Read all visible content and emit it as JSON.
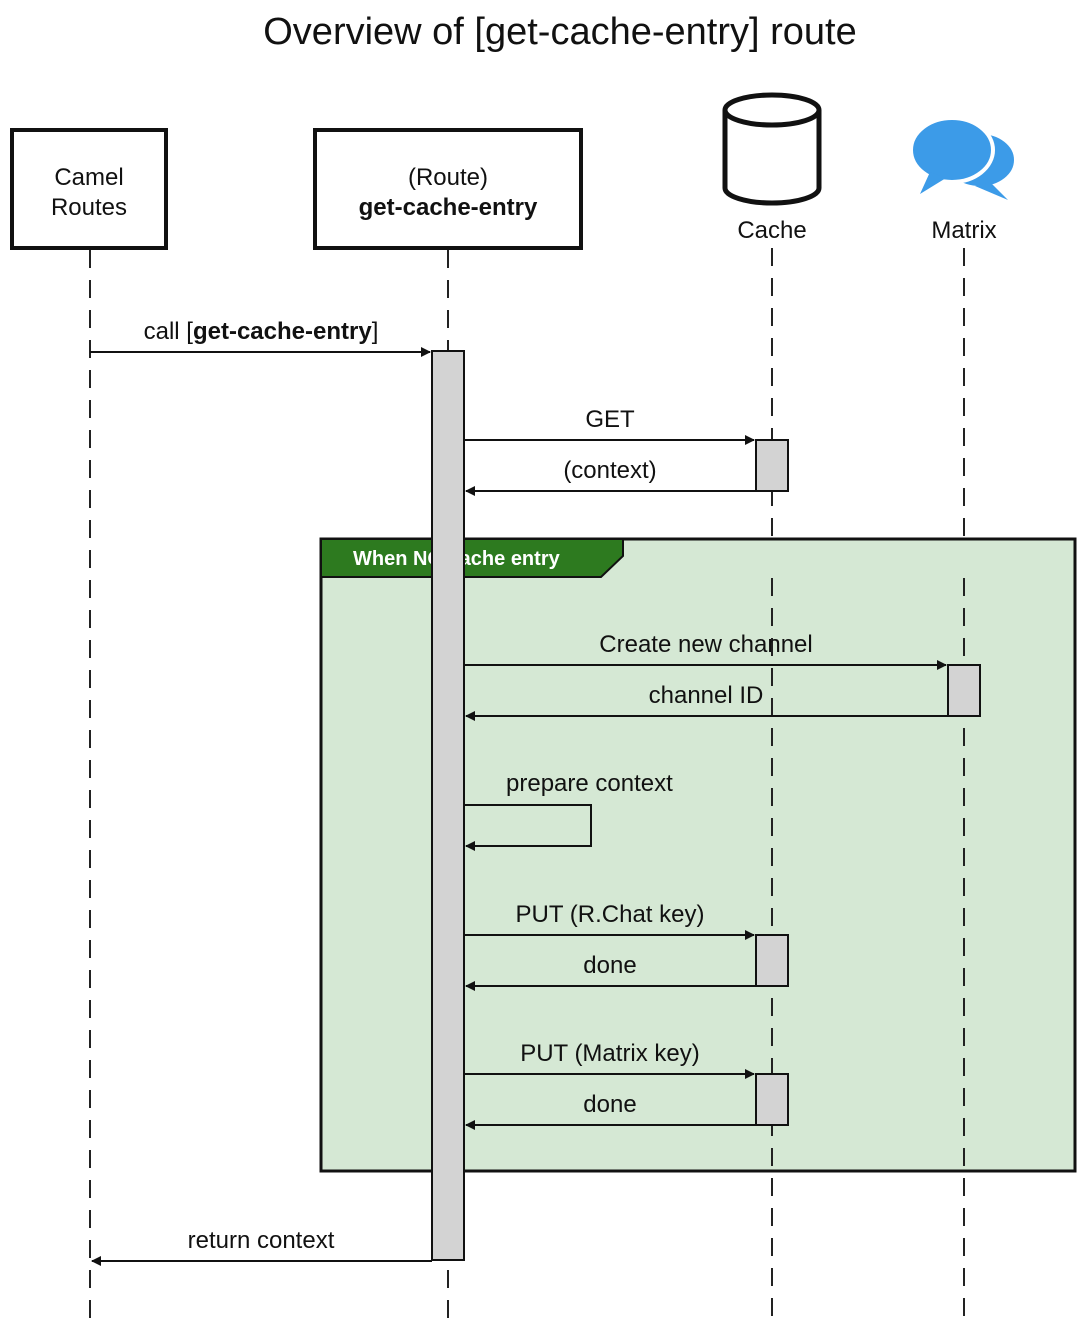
{
  "title": "Overview of [get-cache-entry] route",
  "participants": {
    "camel_routes": {
      "line1": "Camel",
      "line2": "Routes"
    },
    "route": {
      "line1": "(Route)",
      "line2": "get-cache-entry"
    },
    "cache": {
      "label": "Cache",
      "icon": "database-cylinder-icon"
    },
    "matrix": {
      "label": "Matrix",
      "icon": "chat-bubbles-icon"
    }
  },
  "fragment": {
    "title": "When NO cache entry"
  },
  "messages": {
    "call": {
      "prefix": "call [",
      "bold": "get-cache-entry",
      "suffix": "]"
    },
    "get": "GET",
    "context_reply": "(context)",
    "create_channel": "Create new channel",
    "channel_id": "channel ID",
    "prepare_context": "prepare context",
    "put_rchat": "PUT (R.Chat key)",
    "done_1": "done",
    "put_matrix": "PUT (Matrix key)",
    "done_2": "done",
    "return_context": "return context"
  },
  "colors": {
    "fragment_fill": "#d5e8d4",
    "fragment_header": "#2d7a1f",
    "activation_fill": "#d3d3d3",
    "matrix_icon": "#3c9be8"
  }
}
